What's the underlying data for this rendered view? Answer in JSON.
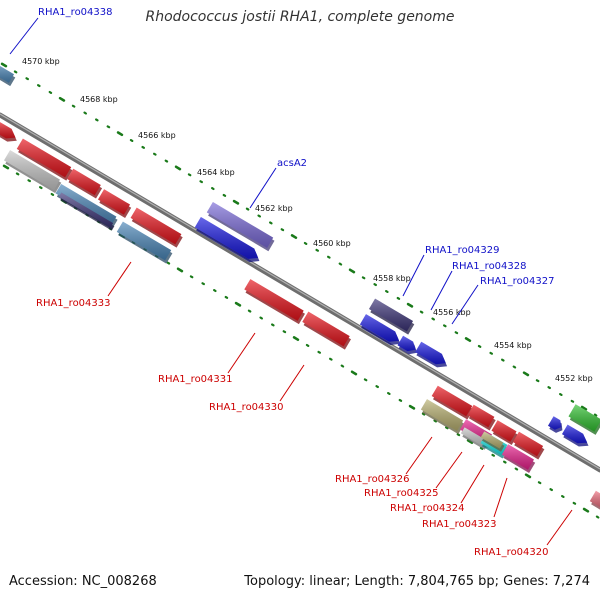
{
  "title": "Rhodococcus jostii RHA1, complete genome",
  "accession": "Accession: NC_008268",
  "summary": "Topology: linear; Length: 7,804,765 bp; Genes: 7,274",
  "colors": {
    "backbone": "#777777",
    "tick": "#1a7a1a",
    "label_forward": "#1010c8",
    "label_reverse": "#cc0000",
    "red": "#e8141c",
    "blue": "#1818e0",
    "steel": "#4a86b8",
    "violet": "#7a6ad8",
    "navy": "#3c3478",
    "grey": "#c8c8c8",
    "olive": "#b8b070",
    "pink": "#e8208c",
    "cyan": "#18e8e8",
    "green": "#30c030",
    "lightred": "#f07080"
  },
  "ticks": [
    "4570 kbp",
    "4568 kbp",
    "4566 kbp",
    "4564 kbp",
    "4562 kbp",
    "4560 kbp",
    "4558 kbp",
    "4556 kbp",
    "4554 kbp",
    "4552 kbp"
  ],
  "gene_labels": {
    "ro04338": "RHA1_ro04338",
    "acsA2": "acsA2",
    "ro04329": "RHA1_ro04329",
    "ro04328": "RHA1_ro04328",
    "ro04327": "RHA1_ro04327",
    "ro04333": "RHA1_ro04333",
    "ro04331": "RHA1_ro04331",
    "ro04330": "RHA1_ro04330",
    "ro04326": "RHA1_ro04326",
    "ro04325": "RHA1_ro04325",
    "ro04324": "RHA1_ro04324",
    "ro04323": "RHA1_ro04323",
    "ro04320": "RHA1_ro04320"
  }
}
